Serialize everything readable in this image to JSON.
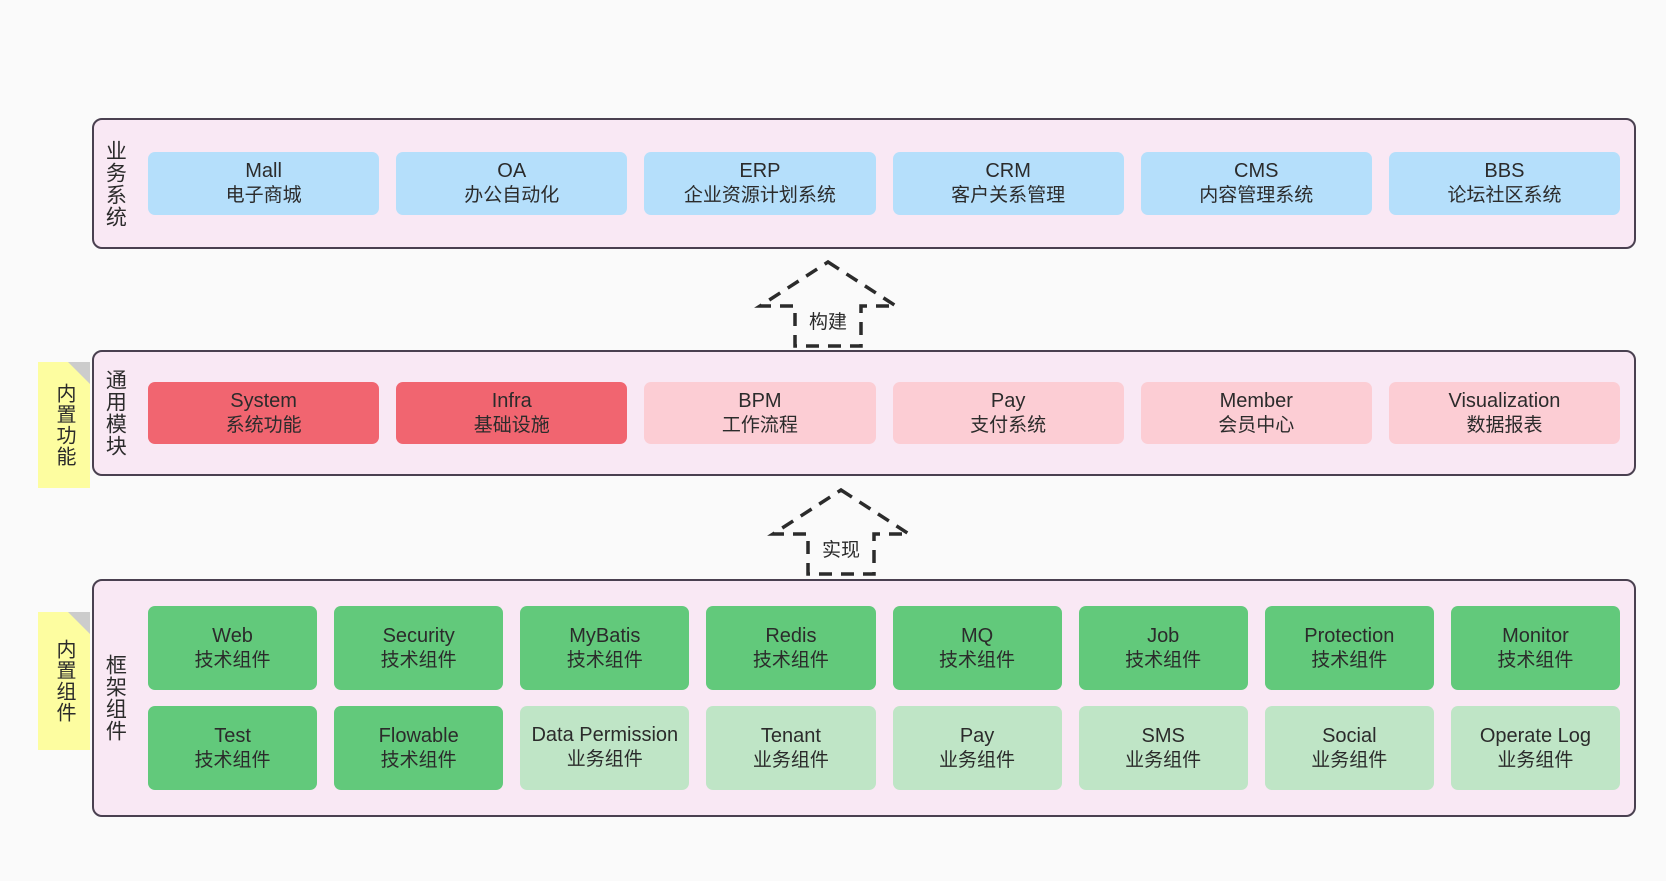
{
  "diagram": {
    "palette": {
      "panel_bg": "#f9e8f4",
      "panel_border": "#4a4050",
      "blue": "#b5dffb",
      "red": "#f16570",
      "pink": "#fccdd4",
      "green": "#62c97b",
      "green_light": "#bfe5c6",
      "sticky_yellow": "#fdfda0",
      "sticky_fold": "#cccccc",
      "canvas_bg": "#fafafa",
      "text": "#2b2b2b"
    },
    "layers": [
      {
        "id": "business-systems",
        "title": "业务系统",
        "rows": [
          [
            {
              "en": "Mall",
              "cn": "电子商城",
              "color": "blue"
            },
            {
              "en": "OA",
              "cn": "办公自动化",
              "color": "blue"
            },
            {
              "en": "ERP",
              "cn": "企业资源计划系统",
              "color": "blue"
            },
            {
              "en": "CRM",
              "cn": "客户关系管理",
              "color": "blue"
            },
            {
              "en": "CMS",
              "cn": "内容管理系统",
              "color": "blue"
            },
            {
              "en": "BBS",
              "cn": "论坛社区系统",
              "color": "blue"
            }
          ]
        ]
      },
      {
        "id": "common-modules",
        "title": "通用模块",
        "sticky": "内置功能",
        "rows": [
          [
            {
              "en": "System",
              "cn": "系统功能",
              "color": "red"
            },
            {
              "en": "Infra",
              "cn": "基础设施",
              "color": "red"
            },
            {
              "en": "BPM",
              "cn": "工作流程",
              "color": "pink"
            },
            {
              "en": "Pay",
              "cn": "支付系统",
              "color": "pink"
            },
            {
              "en": "Member",
              "cn": "会员中心",
              "color": "pink"
            },
            {
              "en": "Visualization",
              "cn": "数据报表",
              "color": "pink"
            }
          ]
        ]
      },
      {
        "id": "framework-components",
        "title": "框架组件",
        "sticky": "内置组件",
        "rows": [
          [
            {
              "en": "Web",
              "cn": "技术组件",
              "color": "green"
            },
            {
              "en": "Security",
              "cn": "技术组件",
              "color": "green"
            },
            {
              "en": "MyBatis",
              "cn": "技术组件",
              "color": "green"
            },
            {
              "en": "Redis",
              "cn": "技术组件",
              "color": "green"
            },
            {
              "en": "MQ",
              "cn": "技术组件",
              "color": "green"
            },
            {
              "en": "Job",
              "cn": "技术组件",
              "color": "green"
            },
            {
              "en": "Protection",
              "cn": "技术组件",
              "color": "green"
            },
            {
              "en": "Monitor",
              "cn": "技术组件",
              "color": "green"
            }
          ],
          [
            {
              "en": "Test",
              "cn": "技术组件",
              "color": "green"
            },
            {
              "en": "Flowable",
              "cn": "技术组件",
              "color": "green"
            },
            {
              "en": "Data Permission",
              "cn": "业务组件",
              "color": "green_light",
              "wrap": true
            },
            {
              "en": "Tenant",
              "cn": "业务组件",
              "color": "green_light"
            },
            {
              "en": "Pay",
              "cn": "业务组件",
              "color": "green_light"
            },
            {
              "en": "SMS",
              "cn": "业务组件",
              "color": "green_light"
            },
            {
              "en": "Social",
              "cn": "业务组件",
              "color": "green_light"
            },
            {
              "en": "Operate Log",
              "cn": "业务组件",
              "color": "green_light"
            }
          ]
        ]
      }
    ],
    "connectors": [
      {
        "id": "build",
        "label": "构建"
      },
      {
        "id": "implement",
        "label": "实现"
      }
    ]
  }
}
